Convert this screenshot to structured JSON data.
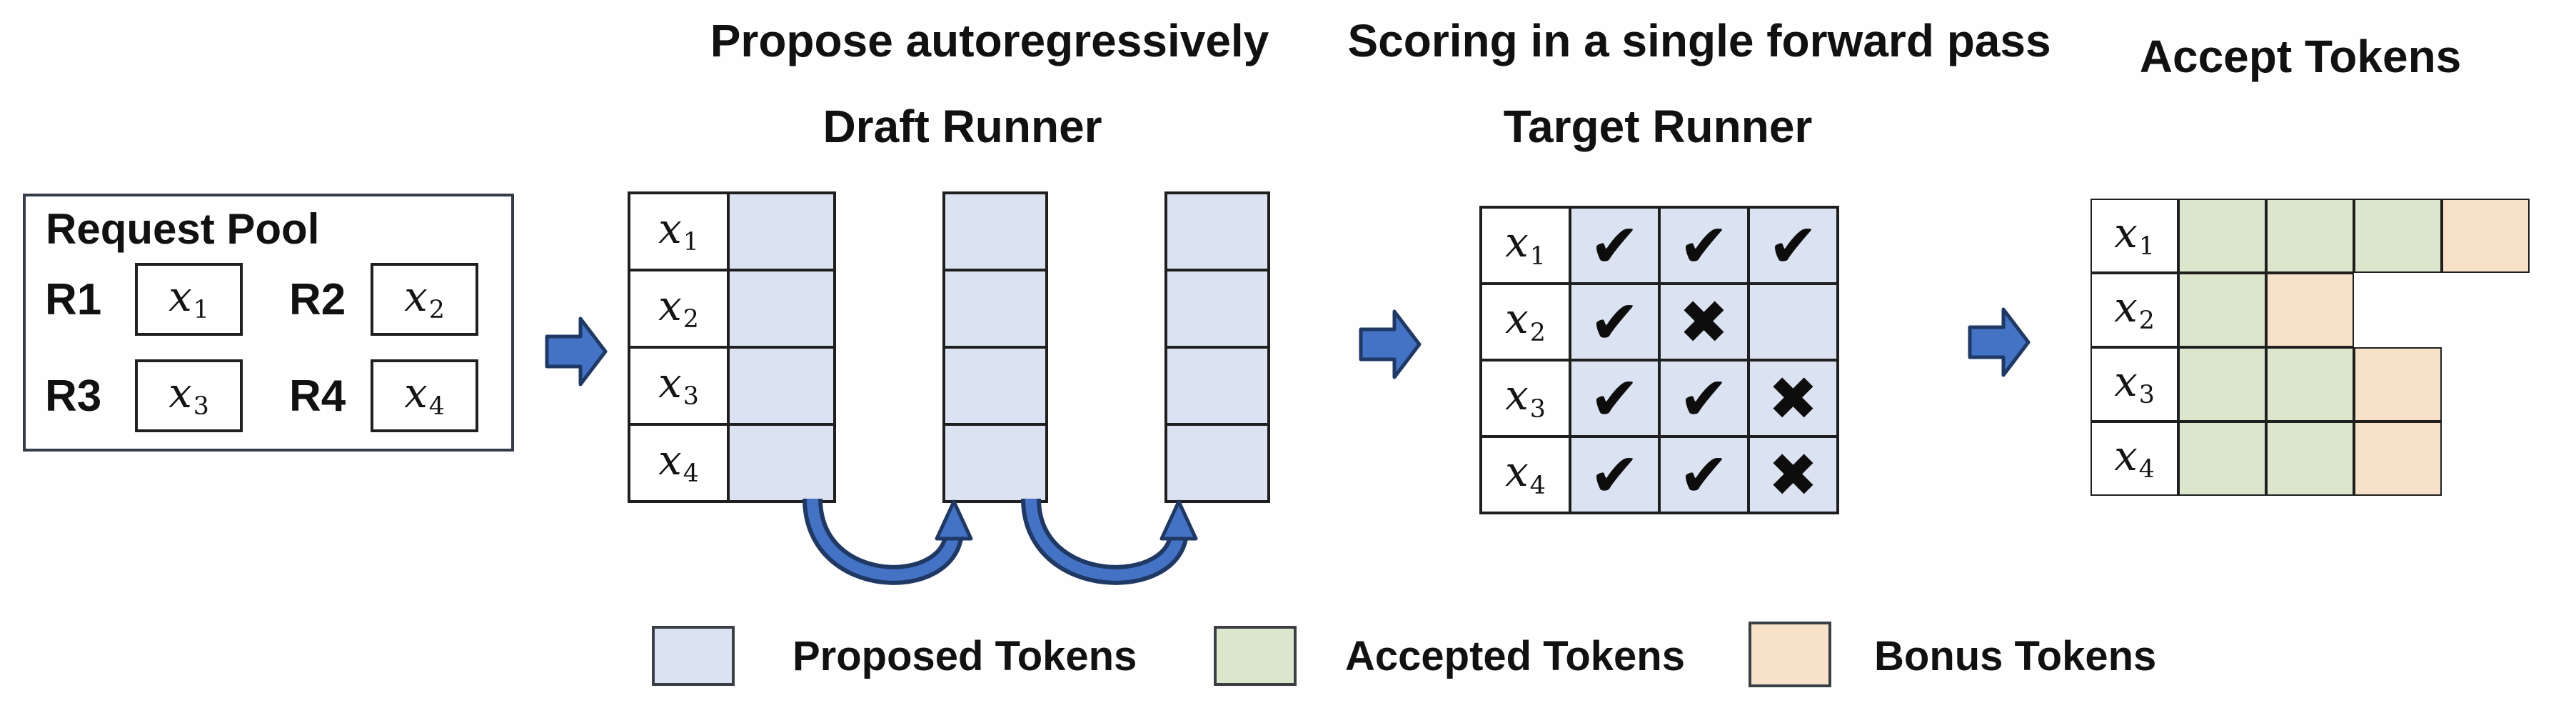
{
  "section_titles": {
    "propose": "Propose autoregressively",
    "draft_runner": "Draft Runner",
    "scoring": "Scoring in a single forward pass",
    "target_runner": "Target Runner",
    "accept": "Accept Tokens"
  },
  "request_pool": {
    "title": "Request Pool",
    "requests": [
      {
        "id": "R1",
        "token": {
          "base": "x",
          "sub": "1"
        }
      },
      {
        "id": "R2",
        "token": {
          "base": "x",
          "sub": "2"
        }
      },
      {
        "id": "R3",
        "token": {
          "base": "x",
          "sub": "3"
        }
      },
      {
        "id": "R4",
        "token": {
          "base": "x",
          "sub": "4"
        }
      }
    ]
  },
  "draft_runner": {
    "row_labels": [
      {
        "base": "x",
        "sub": "1"
      },
      {
        "base": "x",
        "sub": "2"
      },
      {
        "base": "x",
        "sub": "3"
      },
      {
        "base": "x",
        "sub": "4"
      }
    ],
    "proposal_steps": 3,
    "rows": 4
  },
  "target_runner": {
    "rows": [
      {
        "label": {
          "base": "x",
          "sub": "1"
        },
        "marks": [
          "check",
          "check",
          "check"
        ]
      },
      {
        "label": {
          "base": "x",
          "sub": "2"
        },
        "marks": [
          "check",
          "cross",
          "none"
        ]
      },
      {
        "label": {
          "base": "x",
          "sub": "3"
        },
        "marks": [
          "check",
          "check",
          "cross"
        ]
      },
      {
        "label": {
          "base": "x",
          "sub": "4"
        },
        "marks": [
          "check",
          "check",
          "cross"
        ]
      }
    ]
  },
  "accept_tokens": {
    "rows": [
      {
        "label": {
          "base": "x",
          "sub": "1"
        },
        "cells": [
          "accepted",
          "accepted",
          "accepted",
          "bonus"
        ]
      },
      {
        "label": {
          "base": "x",
          "sub": "2"
        },
        "cells": [
          "accepted",
          "bonus"
        ]
      },
      {
        "label": {
          "base": "x",
          "sub": "3"
        },
        "cells": [
          "accepted",
          "accepted",
          "bonus"
        ]
      },
      {
        "label": {
          "base": "x",
          "sub": "4"
        },
        "cells": [
          "accepted",
          "accepted",
          "bonus"
        ]
      }
    ]
  },
  "legend": [
    {
      "label": "Proposed Tokens",
      "color": "#dbe2f1"
    },
    {
      "label": "Accepted Tokens",
      "color": "#dbe6cd"
    },
    {
      "label": "Bonus Tokens",
      "color": "#f7e1c8"
    }
  ],
  "colors": {
    "proposed": "#dbe2f1",
    "accepted": "#dbe6cd",
    "bonus": "#f7e1c8",
    "arrow_fill": "#4472c4",
    "arrow_outline": "#1f3864",
    "grid_line": "#1f1f1f"
  },
  "icons": {
    "check": "✔",
    "cross": "✖"
  }
}
